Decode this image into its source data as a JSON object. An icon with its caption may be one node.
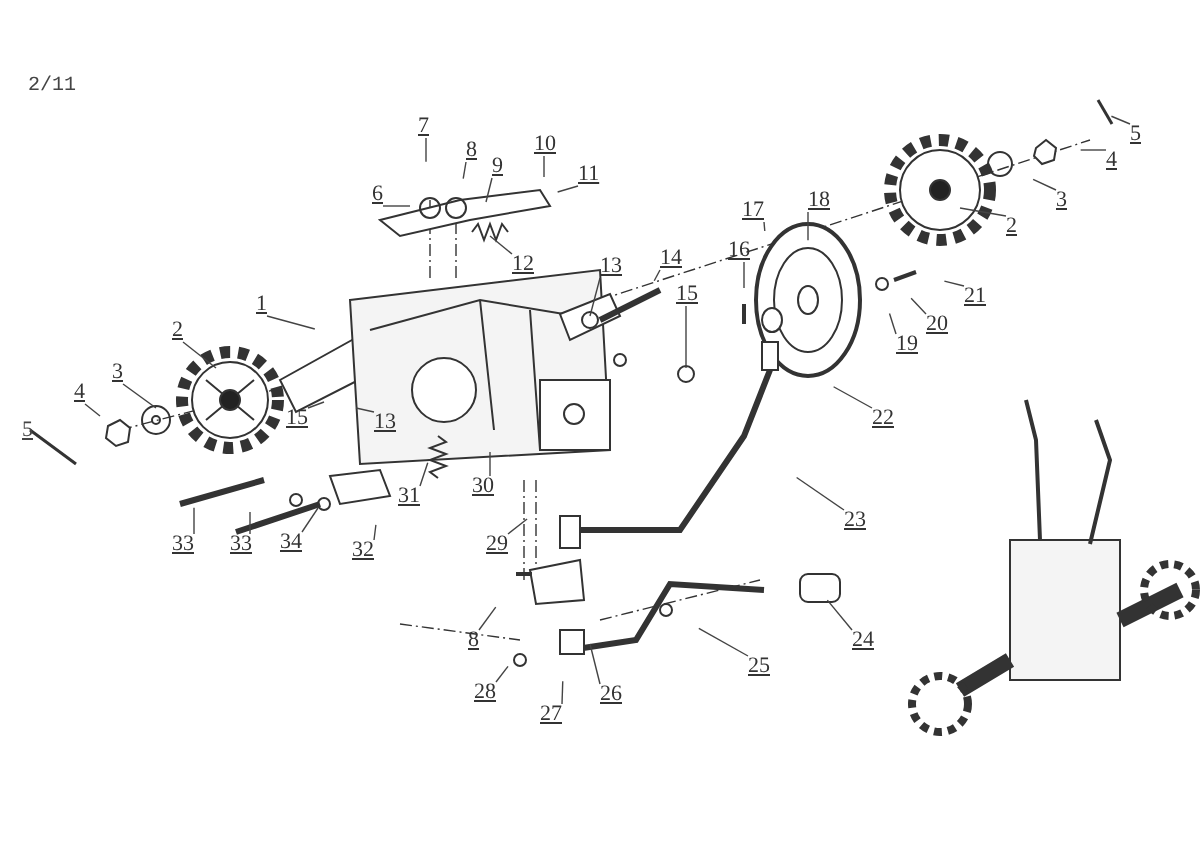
{
  "diagram": {
    "nodes": [
      {
        "text": [
          "7"
        ]
      },
      {
        "text": [
          "8"
        ]
      },
      {
        "text": [
          "10"
        ]
      },
      {
        "text": [
          "5"
        ]
      },
      {
        "text": [
          "9"
        ]
      },
      {
        "text": [
          "4"
        ]
      },
      {
        "text": [
          "11"
        ]
      },
      {
        "text": [
          "3"
        ]
      },
      {
        "text": [
          "6"
        ]
      },
      {
        "text": [
          "18"
        ]
      },
      {
        "text": [
          "17"
        ]
      },
      {
        "text": [
          "2"
        ]
      },
      {
        "text": [
          "12"
        ]
      },
      {
        "text": [
          "14"
        ]
      },
      {
        "text": [
          "13"
        ]
      },
      {
        "text": [
          "16"
        ]
      },
      {
        "text": [
          "15"
        ]
      },
      {
        "text": [
          "21"
        ]
      },
      {
        "text": [
          "1"
        ]
      },
      {
        "text": [
          "20"
        ]
      },
      {
        "text": [
          "2"
        ]
      },
      {
        "text": [
          "19"
        ]
      },
      {
        "text": [
          "3"
        ]
      },
      {
        "text": [
          "4"
        ]
      },
      {
        "text": [
          "15"
        ]
      },
      {
        "text": [
          "13"
        ]
      },
      {
        "text": [
          "22"
        ]
      },
      {
        "text": [
          "31"
        ]
      },
      {
        "text": [
          "30"
        ]
      },
      {
        "text": [
          "23"
        ]
      },
      {
        "text": [
          "33"
        ]
      },
      {
        "text": [
          "33"
        ]
      },
      {
        "text": [
          "34"
        ]
      },
      {
        "text": [
          "32"
        ]
      },
      {
        "text": [
          "29"
        ]
      },
      {
        "text": [
          "24"
        ]
      },
      {
        "text": [
          "8"
        ]
      },
      {
        "text": [
          "25"
        ]
      },
      {
        "text": [
          "27"
        ]
      },
      {
        "text": [
          "28"
        ]
      },
      {
        "text": [
          "26"
        ]
      }
    ],
    "edges": [
      {
        "from": 0,
        "to": null,
        "arrow": "none"
      },
      {
        "from": 1,
        "to": null,
        "arrow": "none"
      },
      {
        "from": 2,
        "to": null,
        "arrow": "none"
      },
      {
        "from": 3,
        "to": null,
        "arrow": "none"
      },
      {
        "from": 4,
        "to": null,
        "arrow": "none"
      },
      {
        "from": 5,
        "to": null,
        "arrow": "none"
      },
      {
        "from": 6,
        "to": null,
        "arrow": "none"
      },
      {
        "from": 7,
        "to": null,
        "arrow": "none"
      },
      {
        "from": 8,
        "to": null,
        "arrow": "none"
      },
      {
        "from": 9,
        "to": null,
        "arrow": "none"
      },
      {
        "from": 10,
        "to": null,
        "arrow": "none"
      },
      {
        "from": 11,
        "to": null,
        "arrow": "none"
      },
      {
        "from": 12,
        "to": null,
        "arrow": "none"
      },
      {
        "from": 13,
        "to": null,
        "arrow": "none"
      },
      {
        "from": 14,
        "to": null,
        "arrow": "none"
      },
      {
        "from": 15,
        "to": null,
        "arrow": "none"
      },
      {
        "from": 16,
        "to": null,
        "arrow": "none"
      },
      {
        "from": 17,
        "to": null,
        "arrow": "none"
      },
      {
        "from": 18,
        "to": null,
        "arrow": "none"
      },
      {
        "from": 19,
        "to": null,
        "arrow": "none"
      },
      {
        "from": 20,
        "to": null,
        "arrow": "none"
      },
      {
        "from": 21,
        "to": null,
        "arrow": "none"
      },
      {
        "from": 22,
        "to": null,
        "arrow": "none"
      },
      {
        "from": 23,
        "to": null,
        "arrow": "none"
      },
      {
        "from": 24,
        "to": null,
        "arrow": "none"
      },
      {
        "from": 25,
        "to": null,
        "arrow": "none"
      },
      {
        "from": 26,
        "to": null,
        "arrow": "none"
      },
      {
        "from": 27,
        "to": null,
        "arrow": "none"
      },
      {
        "from": 28,
        "to": null,
        "arrow": "none"
      },
      {
        "from": 29,
        "to": null,
        "arrow": "none"
      },
      {
        "from": 30,
        "to": null,
        "arrow": "none"
      },
      {
        "from": 31,
        "to": null,
        "arrow": "none"
      },
      {
        "from": 32,
        "to": null,
        "arrow": "none"
      },
      {
        "from": 33,
        "to": null,
        "arrow": "none"
      },
      {
        "from": 34,
        "to": null,
        "arrow": "none"
      },
      {
        "from": 35,
        "to": null,
        "arrow": "none"
      },
      {
        "from": 36,
        "to": null,
        "arrow": "none"
      },
      {
        "from": 37,
        "to": null,
        "arrow": "none"
      },
      {
        "from": 38,
        "to": null,
        "arrow": "none"
      },
      {
        "from": 39,
        "to": null,
        "arrow": "none"
      },
      {
        "from": 40,
        "to": null,
        "arrow": "none"
      }
    ],
    "labels": [
      "2/11",
      "5"
    ]
  }
}
